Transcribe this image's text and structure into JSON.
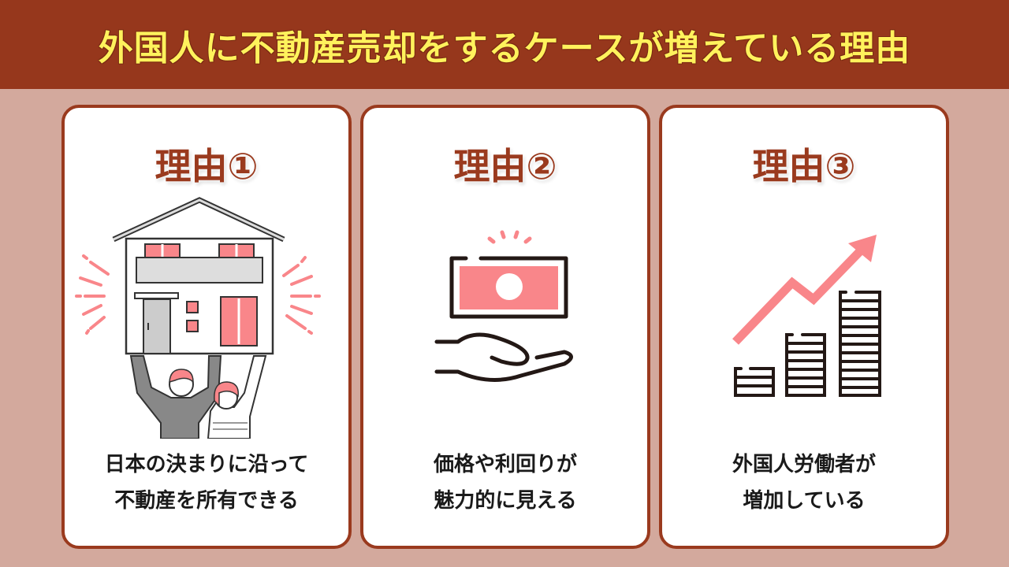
{
  "header": {
    "title": "外国人に不動産売却をするケースが増えている理由"
  },
  "colors": {
    "header_bg": "#96371C",
    "page_bg": "#D3A99D",
    "title_text": "#FFF25C",
    "card_border": "#9A3A1E",
    "accent_pink": "#F9868A"
  },
  "cards": [
    {
      "title": "理由①",
      "illustration": "couple-lifting-house-icon",
      "lines": [
        "日本の決まりに沿って",
        "不動産を所有できる"
      ]
    },
    {
      "title": "理由②",
      "illustration": "hand-receiving-money-icon",
      "lines": [
        "価格や利回りが",
        "魅力的に見える"
      ]
    },
    {
      "title": "理由③",
      "illustration": "rising-coin-stacks-chart-icon",
      "lines": [
        "外国人労働者が",
        "増加している"
      ]
    }
  ]
}
